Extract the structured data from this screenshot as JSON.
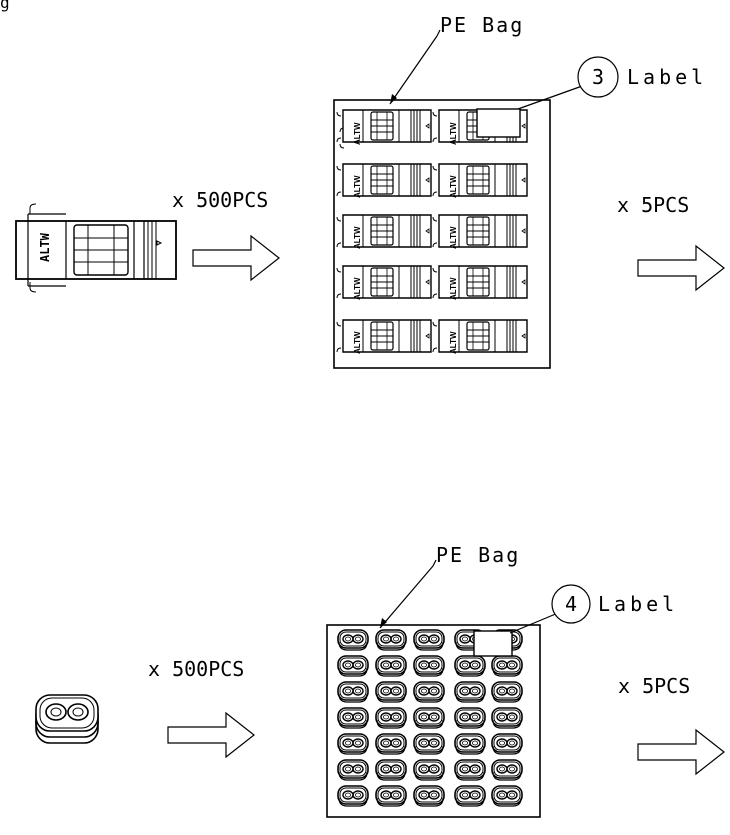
{
  "corner_text": "g",
  "row1": {
    "quantity_in": "x 500PCS",
    "quantity_out": "x 5PCS",
    "bag_label": "PE Bag",
    "balloon_number": "3",
    "label_text": "Label",
    "brand_text": "ALTW"
  },
  "row2": {
    "quantity_in": "x 500PCS",
    "quantity_out": "x 5PCS",
    "bag_label": "PE Bag",
    "balloon_number": "4",
    "label_text": "Label"
  }
}
